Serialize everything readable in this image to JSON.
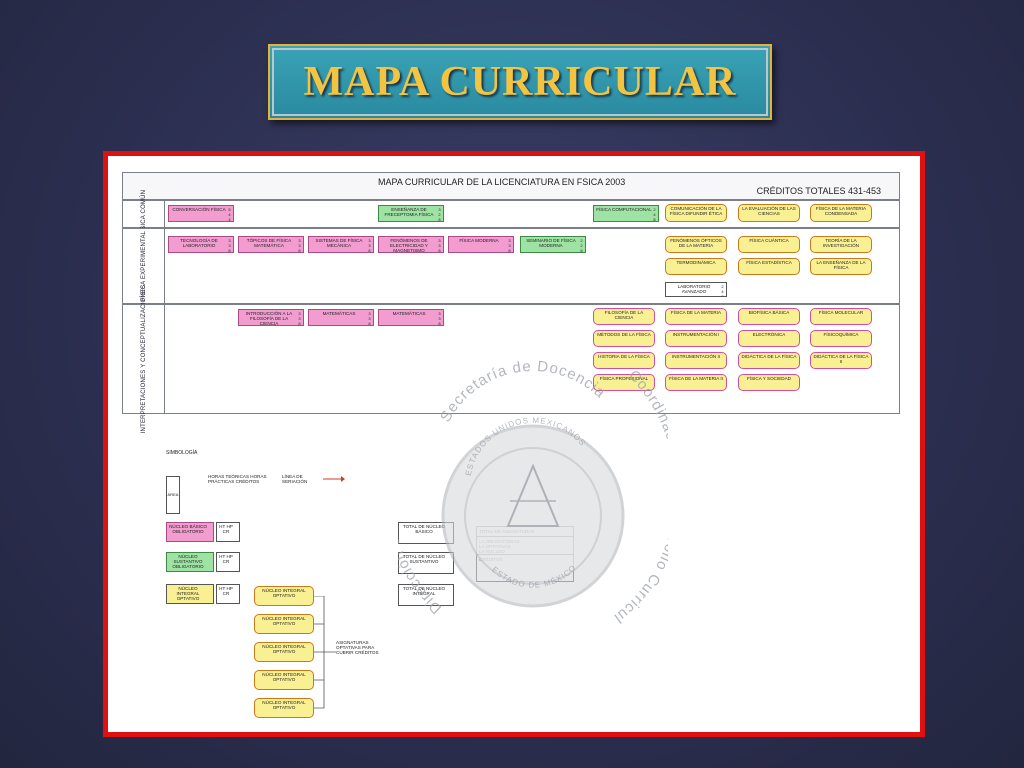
{
  "slide": {
    "title": "MAPA CURRICULAR"
  },
  "map": {
    "header_title": "MAPA CURRICULAR DE LA LICENCIATURA EN FSICA 2003",
    "credits_total": "CRÉDITOS TOTALES 431-453",
    "band_labels": [
      "BÁSICA COMÚN",
      "FÍSICA EXPERIMENTAL",
      "INTERPRETACIONES Y CONCEPTUALIZACIONES"
    ],
    "row1": {
      "pink": [
        "CONVERSACIÓN FÍSICA"
      ],
      "green_mid": "ENSEÑANZA DE FRECEPTOMIA FÍSICA",
      "green_right": "FÍSICA COMPUTACIONAL",
      "pills": [
        "COMUNICACIÓN DE LA FÍSICA DIFUNDIR ÉTICA",
        "LA EVALUACIÓN DE LAS CIENCIAS",
        "FÍSICA DE LA MATERIA CONDENSADA"
      ]
    },
    "row2": {
      "pink": [
        "TECNOLOGÍA DE LABORATORIO",
        "TÓPICOS DE FÍSICA MATEMÁTICA",
        "SISTEMAS DE FÍSICA MECÁNICA",
        "FENÓMENOS DE ELECTRICIDAD Y MAGNETISMO",
        "FÍSICA MODERNA"
      ],
      "green": "SEMINARIO DE FÍSICA MODERNA",
      "pills": [
        "FENÓMENOS ÓPTICOS DE LA MATERIA",
        "FÍSICA CUÁNTICA",
        "TEORÍA DE LA INVESTIGACIÓN",
        "TERMODINÁMICA",
        "FÍSICA ESTADÍSTICA",
        "LA ENSEÑANZA DE LA FÍSICA"
      ],
      "white": "LABORATORIO AVANZADO"
    },
    "row3": {
      "pink": [
        "INTRODUCCIÓN A LA FILOSOFÍA DE LA CIENCIA",
        "MATEMÁTICAS",
        "MATEMÁTICAS"
      ],
      "pills": [
        "FILOSOFÍA DE LA CIENCIA",
        "MÉTODOS DE LA FÍSICA",
        "HISTORIA DE LA FÍSICA",
        "FÍSICA PROFESIONAL",
        "FÍSICA DE LA MATERIA",
        "INSTRUMENTACIÓN I",
        "INSTRUMENTACIÓN II",
        "FÍSICA DE LA MATERIA II",
        "BIOFÍSICA BÁSICA",
        "ELECTRÓNICA",
        "DIDÁCTICA DE LA FÍSICA",
        "FÍSICA Y SOCIEDAD",
        "FÍSICA MOLECULAR",
        "FÍSICOQUÍMICA",
        "DIDÁCTICA DE LA FÍSICA II"
      ]
    }
  },
  "legend": {
    "title": "SIMBOLOGÍA",
    "col_heads": [
      "HORAS TEÓRICAS HORAS PRÁCTICAS CRÉDITOS",
      "LÍNEA DE SERIACIÓN"
    ],
    "area_label": "ÁREA",
    "items": [
      {
        "text": "NÚCLEO BÁSICO OBLIGATORIO",
        "hours": "HT HP CR"
      },
      {
        "text": "NÚCLEO SUSTANTIVO OBLIGATORIO",
        "hours": "HT HP CR"
      },
      {
        "text": "NÚCLEO INTEGRAL OPTATIVO",
        "hours": "HT HP CR"
      }
    ],
    "pill_items": [
      "NÚCLEO INTEGRAL OPTATIVO",
      "NÚCLEO INTEGRAL OPTATIVO",
      "NÚCLEO INTEGRAL OPTATIVO",
      "NÚCLEO INTEGRAL OPTATIVO",
      "NÚCLEO INTEGRAL OPTATIVO"
    ],
    "note": "ASIGNATURAS OPTATIVAS PARA CUBRIR CRÉDITOS",
    "mid_boxes": [
      "TOTAL DE NÚCLEO BÁSICO",
      "TOTAL DE NÚCLEO SUSTANTIVO",
      "TOTAL DE NÚCLEO INTEGRAL"
    ],
    "totals": {
      "title": "TOTAL DE ASIGNATURAS",
      "rows": [
        "LA OBLIGATORIAS",
        "LA OPTATIVAS",
        "LA NÚCLEO"
      ],
      "footer": "CRÉDITOS"
    }
  },
  "watermark": {
    "outer_top": "Secretaría de Docencia",
    "outer_left": "Dirección de Estudios",
    "outer_right": "Coordinación de Desarrollo Curricular",
    "inner_top": "ESTADOS UNIDOS MEXICANOS",
    "inner_bottom": "ESTADO DE MÉXICO"
  }
}
